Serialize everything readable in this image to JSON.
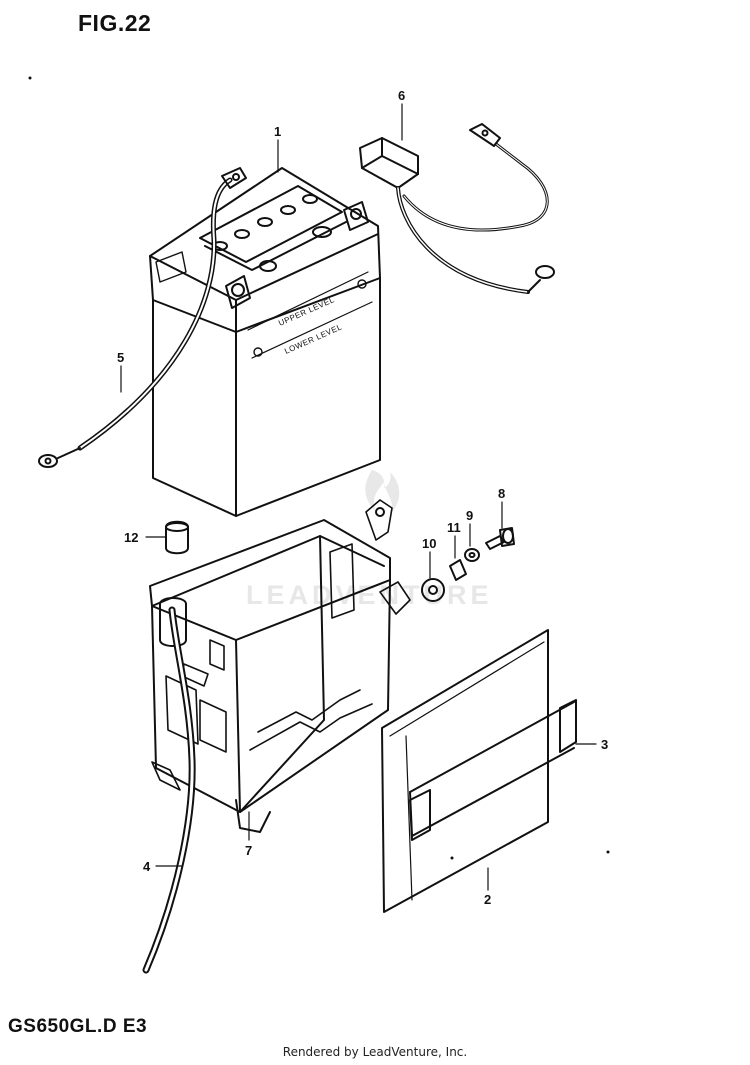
{
  "figure": {
    "title": "FIG.22",
    "model_code": "GS650GL.D E3",
    "footer": "Rendered by LeadVenture, Inc."
  },
  "watermark": {
    "text": "LEADVENTURE"
  },
  "battery_markings": {
    "upper": "UPPER LEVEL",
    "lower": "LOWER LEVEL"
  },
  "callouts": [
    {
      "id": "1",
      "part": "battery"
    },
    {
      "id": "2",
      "part": "battery cover"
    },
    {
      "id": "3",
      "part": "band"
    },
    {
      "id": "4",
      "part": "breather hose"
    },
    {
      "id": "5",
      "part": "lead wire"
    },
    {
      "id": "6",
      "part": "lead wire with cap"
    },
    {
      "id": "7",
      "part": "battery case"
    },
    {
      "id": "8",
      "part": "bolt"
    },
    {
      "id": "9",
      "part": "washer"
    },
    {
      "id": "10",
      "part": "cushion"
    },
    {
      "id": "11",
      "part": "spacer"
    },
    {
      "id": "12",
      "part": "cap"
    }
  ]
}
